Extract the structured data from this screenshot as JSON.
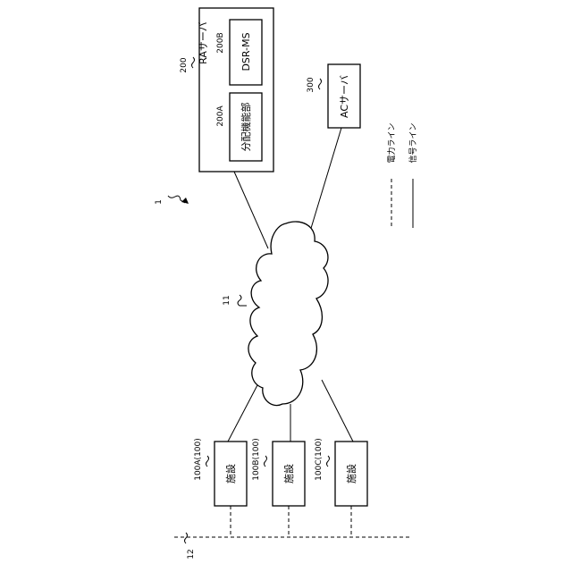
{
  "system_ref": "1",
  "network": {
    "ref": "11"
  },
  "power_line_ref": "12",
  "ra_server": {
    "ref": "200",
    "label": "RAサーバ",
    "modules": [
      {
        "ref": "200A",
        "label": "分配機能部"
      },
      {
        "ref": "200B",
        "label": "DSR-MS"
      }
    ]
  },
  "ac_server": {
    "ref": "300",
    "label": "ACサーバ"
  },
  "facilities": [
    {
      "ref": "100A(100)",
      "label": "施設"
    },
    {
      "ref": "100B(100)",
      "label": "施設"
    },
    {
      "ref": "100C(100)",
      "label": "施設"
    }
  ],
  "legend": {
    "power_line": "電力ライン",
    "signal_line": "信号ライン"
  }
}
